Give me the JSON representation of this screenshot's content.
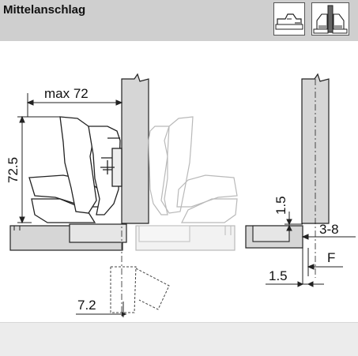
{
  "header": {
    "title": "Mittelanschlag",
    "icons": [
      "hinge-side-view-icon",
      "middle-panel-overlay-icon"
    ]
  },
  "dimensions": {
    "max_width": "max 72",
    "height": "72.5",
    "offset_bottom": "7.2",
    "vertical_gap": "1.5",
    "range": "3-8",
    "f_label": "F",
    "bottom_gap": "1.5"
  },
  "colors": {
    "header_bg": "#cfcfcf",
    "panel_fill": "#d6d6d6",
    "line": "#222222",
    "ghost": "#b9b9b9",
    "footer_bg": "#ececec"
  }
}
